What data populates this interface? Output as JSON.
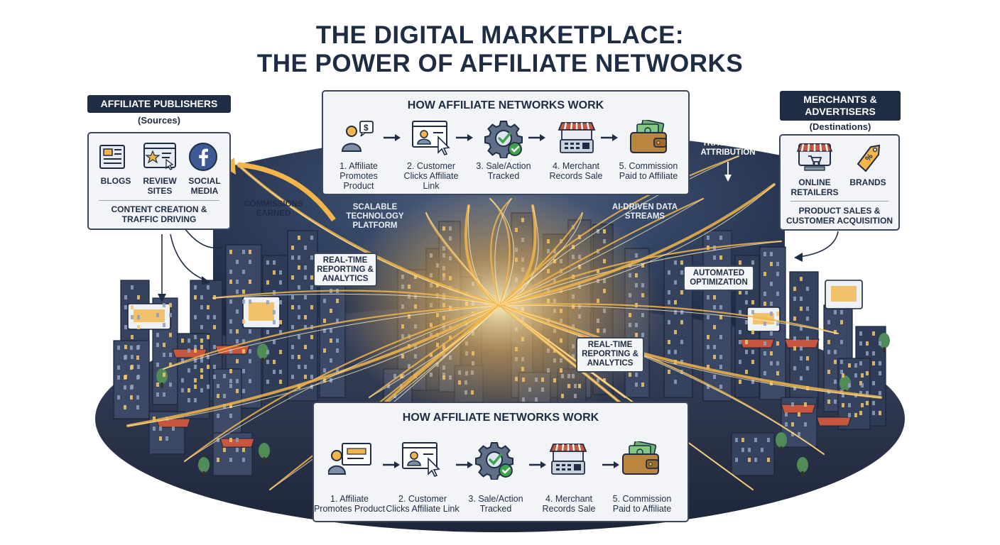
{
  "title": {
    "line1": "THE DIGITAL MARKETPLACE:",
    "line2": "THE POWER OF AFFILIATE NETWORKS"
  },
  "publishers": {
    "tag": "AFFILIATE PUBLISHERS",
    "subtitle": "(Sources)",
    "items": [
      {
        "label": "BLOGS",
        "icon": "blog-icon"
      },
      {
        "label": "REVIEW SITES",
        "icon": "review-sites-icon"
      },
      {
        "label": "SOCIAL MEDIA",
        "icon": "facebook-icon"
      }
    ],
    "footer": "CONTENT CREATION & TRAFFIC DRIVING"
  },
  "merchants": {
    "tag": "MERCHANTS & ADVERTISERS",
    "subtitle": "(Destinations)",
    "items": [
      {
        "label": "ONLINE RETAILERS",
        "icon": "storefront-icon"
      },
      {
        "label": "BRANDS",
        "icon": "price-tag-icon"
      }
    ],
    "footer": "PRODUCT SALES & CUSTOMER ACQUISITION"
  },
  "how_top": {
    "title": "HOW AFFILIATE NETWORKS WORK",
    "steps": [
      {
        "label": "1. Affiliate Promotes Product",
        "icon": "person-dollar-icon"
      },
      {
        "label": "2. Customer Clicks Affiliate Link",
        "icon": "click-browser-icon"
      },
      {
        "label": "3. Sale/Action Tracked",
        "icon": "gear-check-icon"
      },
      {
        "label": "4. Merchant Records Sale",
        "icon": "cash-register-icon"
      },
      {
        "label": "5. Commission Paid to Affiliate",
        "icon": "wallet-cash-icon"
      }
    ]
  },
  "how_bottom": {
    "title": "HOW AFFILIATE NETWORKS WORK",
    "steps": [
      {
        "label": "1. Affiliate Promotes Product",
        "icon": "person-presenting-icon"
      },
      {
        "label": "2. Customer Clicks Affiliate Link",
        "icon": "click-browser-icon"
      },
      {
        "label": "3. Sale/Action Tracked",
        "icon": "gear-check-icon"
      },
      {
        "label": "4. Merchant Records Sale",
        "icon": "cash-register-icon"
      },
      {
        "label": "5. Commission Paid to Affiliate",
        "icon": "wallet-cash-icon"
      }
    ]
  },
  "labels": {
    "commissions": "COMMISSIONS EARNED",
    "scalable": "SCALABLE TECHNOLOGY PLATFORM",
    "ai_driven": "AI-DRIVEN DATA STREAMS",
    "tracking": "TRACKING & ATTRIBUTION",
    "realtime_left": "REAL-TIME REPORTING & ANALYTICS",
    "realtime_center": "REAL-TIME REPORTING & ANALYTICS",
    "automated": "AUTOMATED OPTIMIZATION"
  },
  "colors": {
    "navy": "#1f2d44",
    "gold": "#f3b54a",
    "panel_bg": "#f2f4f7",
    "accent_green": "#3fa34d",
    "night_sky": "#2b3a55"
  }
}
